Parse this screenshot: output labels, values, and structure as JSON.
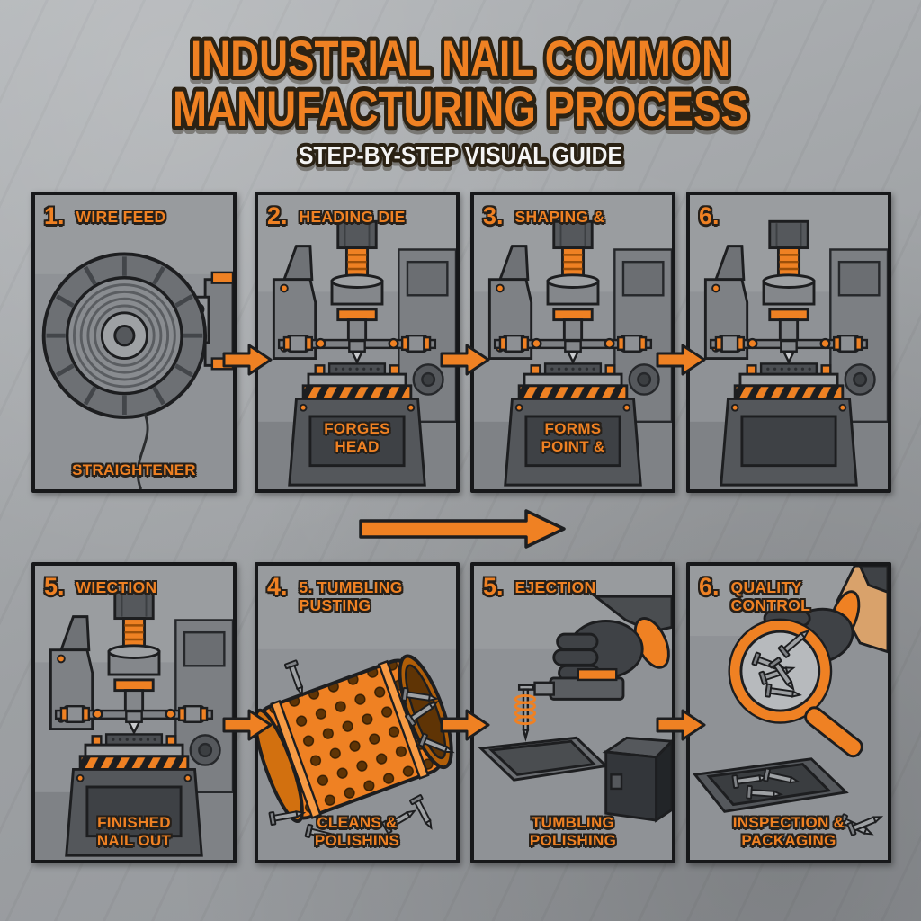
{
  "title": {
    "line1": "INDUSTRIAL NAIL COMMON",
    "line2": "MANUFACTURING PROCESS",
    "subtitle": "STEP-BY-STEP VISUAL GUIDE"
  },
  "colors": {
    "accent": "#ef8123",
    "outline": "#1d1e20",
    "panel_bg": "#8f9296",
    "page_bg": "#a4a7ab",
    "hazard_orange": "#ef8123",
    "hazard_black": "#1d1e20"
  },
  "panels": [
    {
      "number": "1.",
      "title": "WIRE FEED",
      "caption": "STRAIGHTENER",
      "illustration": "wire-spool-straightener"
    },
    {
      "number": "2.",
      "title": "HEADING DIE",
      "caption": "FORGES HEAD",
      "illustration": "heading-press-machine"
    },
    {
      "number": "3.",
      "title": "SHAPING &",
      "caption": "FORMS POINT &",
      "illustration": "shaping-press-machine"
    },
    {
      "number": "6.",
      "title": "",
      "caption": "",
      "illustration": "press-machine"
    },
    {
      "number": "5.",
      "title": "WIECTION",
      "caption": "FINISHED NAIL OUT",
      "illustration": "ejection-press-machine"
    },
    {
      "number": "4.",
      "title": "5. TUMBLING PUSTING",
      "caption": "CLEANS & POLISHINS",
      "illustration": "tumbling-drum"
    },
    {
      "number": "5.",
      "title": "EJECTION",
      "caption": "TUMBLING POLISHING",
      "illustration": "hand-ejection-tool"
    },
    {
      "number": "6.",
      "title": "QUALITY CONTROL",
      "caption": "INSPECTION & PACKAGING",
      "illustration": "magnifier-inspection"
    }
  ]
}
